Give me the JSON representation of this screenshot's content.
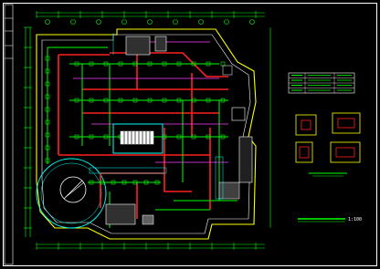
{
  "drawing": {
    "scale_note": "1:100",
    "background_color": "#000000",
    "colors": {
      "frame": "#ffffff",
      "building_outline": "#ffff00",
      "wall": "#ffffff",
      "duct_green": "#00ff00",
      "duct_red": "#ff2020",
      "accent_magenta": "#ff40ff",
      "room_cyan": "#00ffff",
      "dim_line": "#00ff00"
    }
  },
  "legend_table": {
    "rows": 4
  },
  "detail_views": {
    "count": 4
  }
}
